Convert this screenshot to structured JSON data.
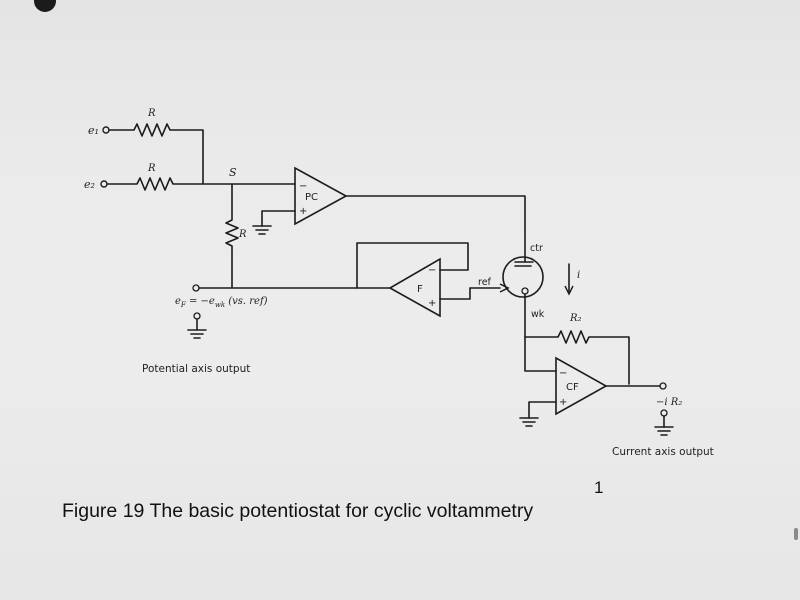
{
  "figure": {
    "caption": "Figure 19 The basic potentiostat for cyclic voltammetry",
    "page_number": "1"
  },
  "circuit": {
    "inputs": {
      "e1": "e₁",
      "e2": "e₂"
    },
    "resistors": {
      "r_top": "R",
      "r_mid": "R",
      "r_feedback": "R",
      "r2": "R₂"
    },
    "summing_point": "S",
    "amplifiers": {
      "pc": "PC",
      "follower": "F",
      "current_follower": "CF"
    },
    "signs": {
      "minus": "−",
      "plus": "+"
    },
    "cell": {
      "counter": "ctr",
      "reference": "ref",
      "working": "wk",
      "current": "i"
    },
    "outputs": {
      "potential_expr_base": "e",
      "potential_expr_sub": "F",
      "potential_expr_mid": " = −e",
      "potential_expr_sub2": "wk",
      "potential_expr_tail": " (vs. ref)",
      "potential_label": "Potential axis output",
      "current_expr": "−i R₂",
      "current_label": "Current axis output"
    }
  }
}
